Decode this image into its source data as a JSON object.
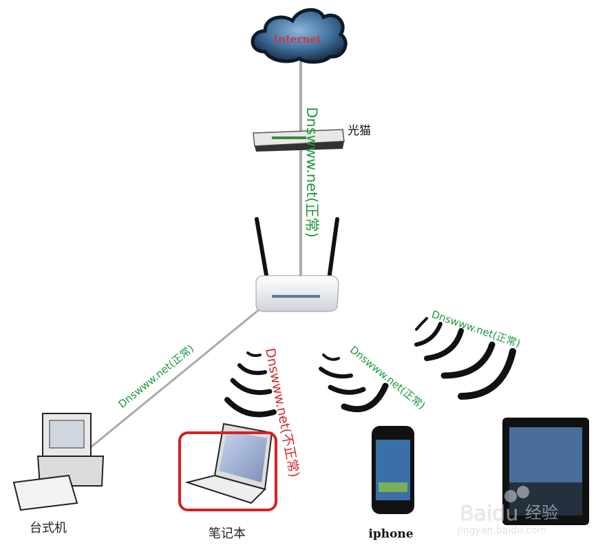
{
  "nodes": {
    "internet": "Internet",
    "modem": "光猫",
    "desktop": "台式机",
    "laptop": "笔记本",
    "iphone": "iphone"
  },
  "links": {
    "wan": "Dnswww.net(正常)",
    "desktop": "Dnswww.net(正常)",
    "laptop": "Dnswww.net(不正常)",
    "iphone": "Dnswww.net(正常)",
    "ipad": "Dnswww.net(正常)"
  },
  "watermark": {
    "brand": "Baidu",
    "product": "经验",
    "url": "jingyan.baidu.com"
  },
  "colors": {
    "ok": "#1e9a3c",
    "bad": "#d42a2a",
    "highlight": "#d62020",
    "cloud": "#3f6f9c"
  }
}
